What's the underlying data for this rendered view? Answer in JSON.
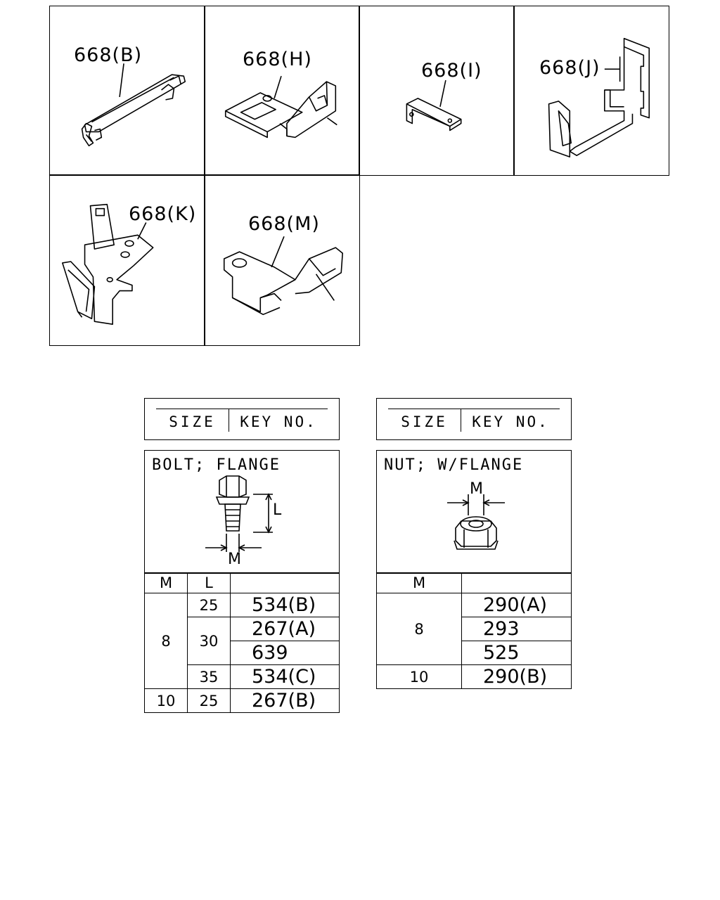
{
  "diagram": {
    "parts": [
      {
        "id": "B",
        "label": "668(B)"
      },
      {
        "id": "H",
        "label": "668(H)"
      },
      {
        "id": "I",
        "label": "668(I)"
      },
      {
        "id": "J",
        "label": "668(J)"
      },
      {
        "id": "K",
        "label": "668(K)"
      },
      {
        "id": "M",
        "label": "668(M)"
      }
    ]
  },
  "bolt_table": {
    "header_size": "SIZE",
    "header_key": "KEY NO.",
    "title": "BOLT; FLANGE",
    "dim_m": "M",
    "dim_l": "L",
    "col_m": "M",
    "col_l": "L",
    "rows": [
      {
        "m": "8",
        "l": "25",
        "key": "534(B)"
      },
      {
        "m": "8",
        "l": "30",
        "key": "267(A)"
      },
      {
        "m": "8",
        "l": "30",
        "key": "639"
      },
      {
        "m": "8",
        "l": "35",
        "key": "534(C)"
      },
      {
        "m": "10",
        "l": "25",
        "key": "267(B)"
      }
    ]
  },
  "nut_table": {
    "header_size": "SIZE",
    "header_key": "KEY NO.",
    "title": "NUT; W/FLANGE",
    "dim_m": "M",
    "col_m": "M",
    "rows": [
      {
        "m": "8",
        "key": "290(A)"
      },
      {
        "m": "8",
        "key": "293"
      },
      {
        "m": "8",
        "key": "525"
      },
      {
        "m": "10",
        "key": "290(B)"
      }
    ]
  }
}
